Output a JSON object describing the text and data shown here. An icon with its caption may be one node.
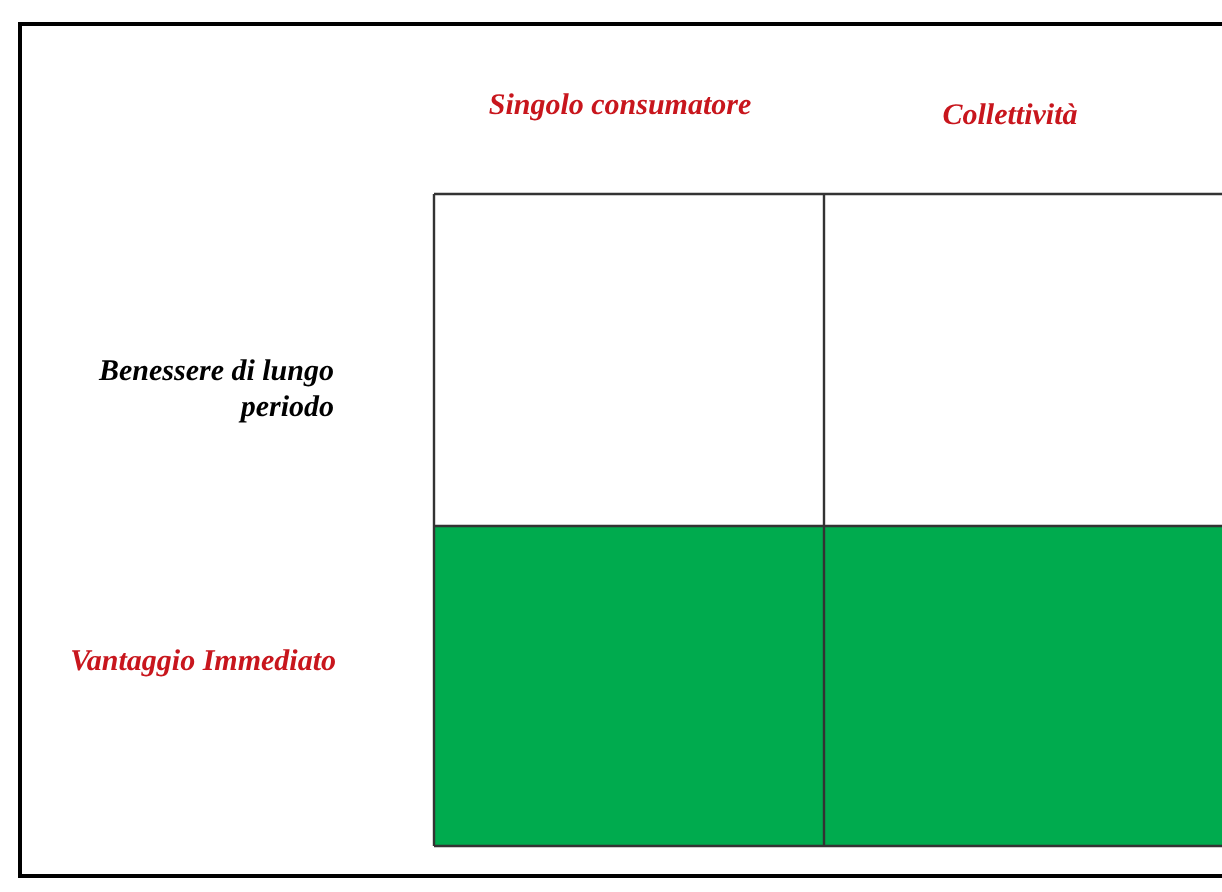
{
  "diagram": {
    "labels": [
      "Singolo consumatore",
      "Collettività",
      "Benessere di lungo periodo",
      "Vantaggio Immediato"
    ]
  }
}
